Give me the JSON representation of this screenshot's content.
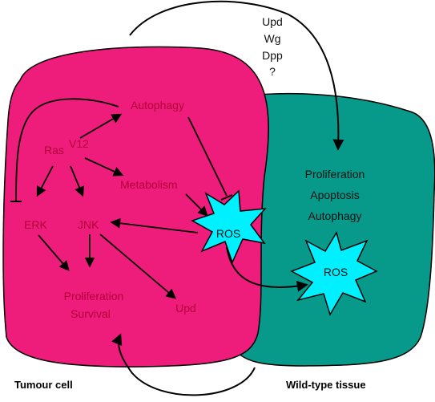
{
  "regions": {
    "tumour_cell": {
      "label": "Tumour cell",
      "color": "#ee1c7a"
    },
    "wildtype_tissue": {
      "label": "Wild-type tissue",
      "color": "#07998a"
    }
  },
  "signals": {
    "upd": "Upd",
    "wg": "Wg",
    "dpp": "Dpp",
    "unknown": "?"
  },
  "tumour": {
    "autophagy": "Autophagy",
    "ras": "Ras",
    "ras_sup": "V12",
    "metabolism": "Metabolism",
    "erk": "ERK",
    "jnk": "JNK",
    "proliferation": "Proliferation",
    "survival": "Survival",
    "upd": "Upd",
    "ros": "ROS"
  },
  "wildtype": {
    "proliferation": "Proliferation",
    "apoptosis": "Apoptosis",
    "autophagy": "Autophagy",
    "ros": "ROS"
  },
  "colors": {
    "ros_star": "#00f0ff",
    "text_tumour": "#b3003a",
    "outline": "#000000"
  }
}
